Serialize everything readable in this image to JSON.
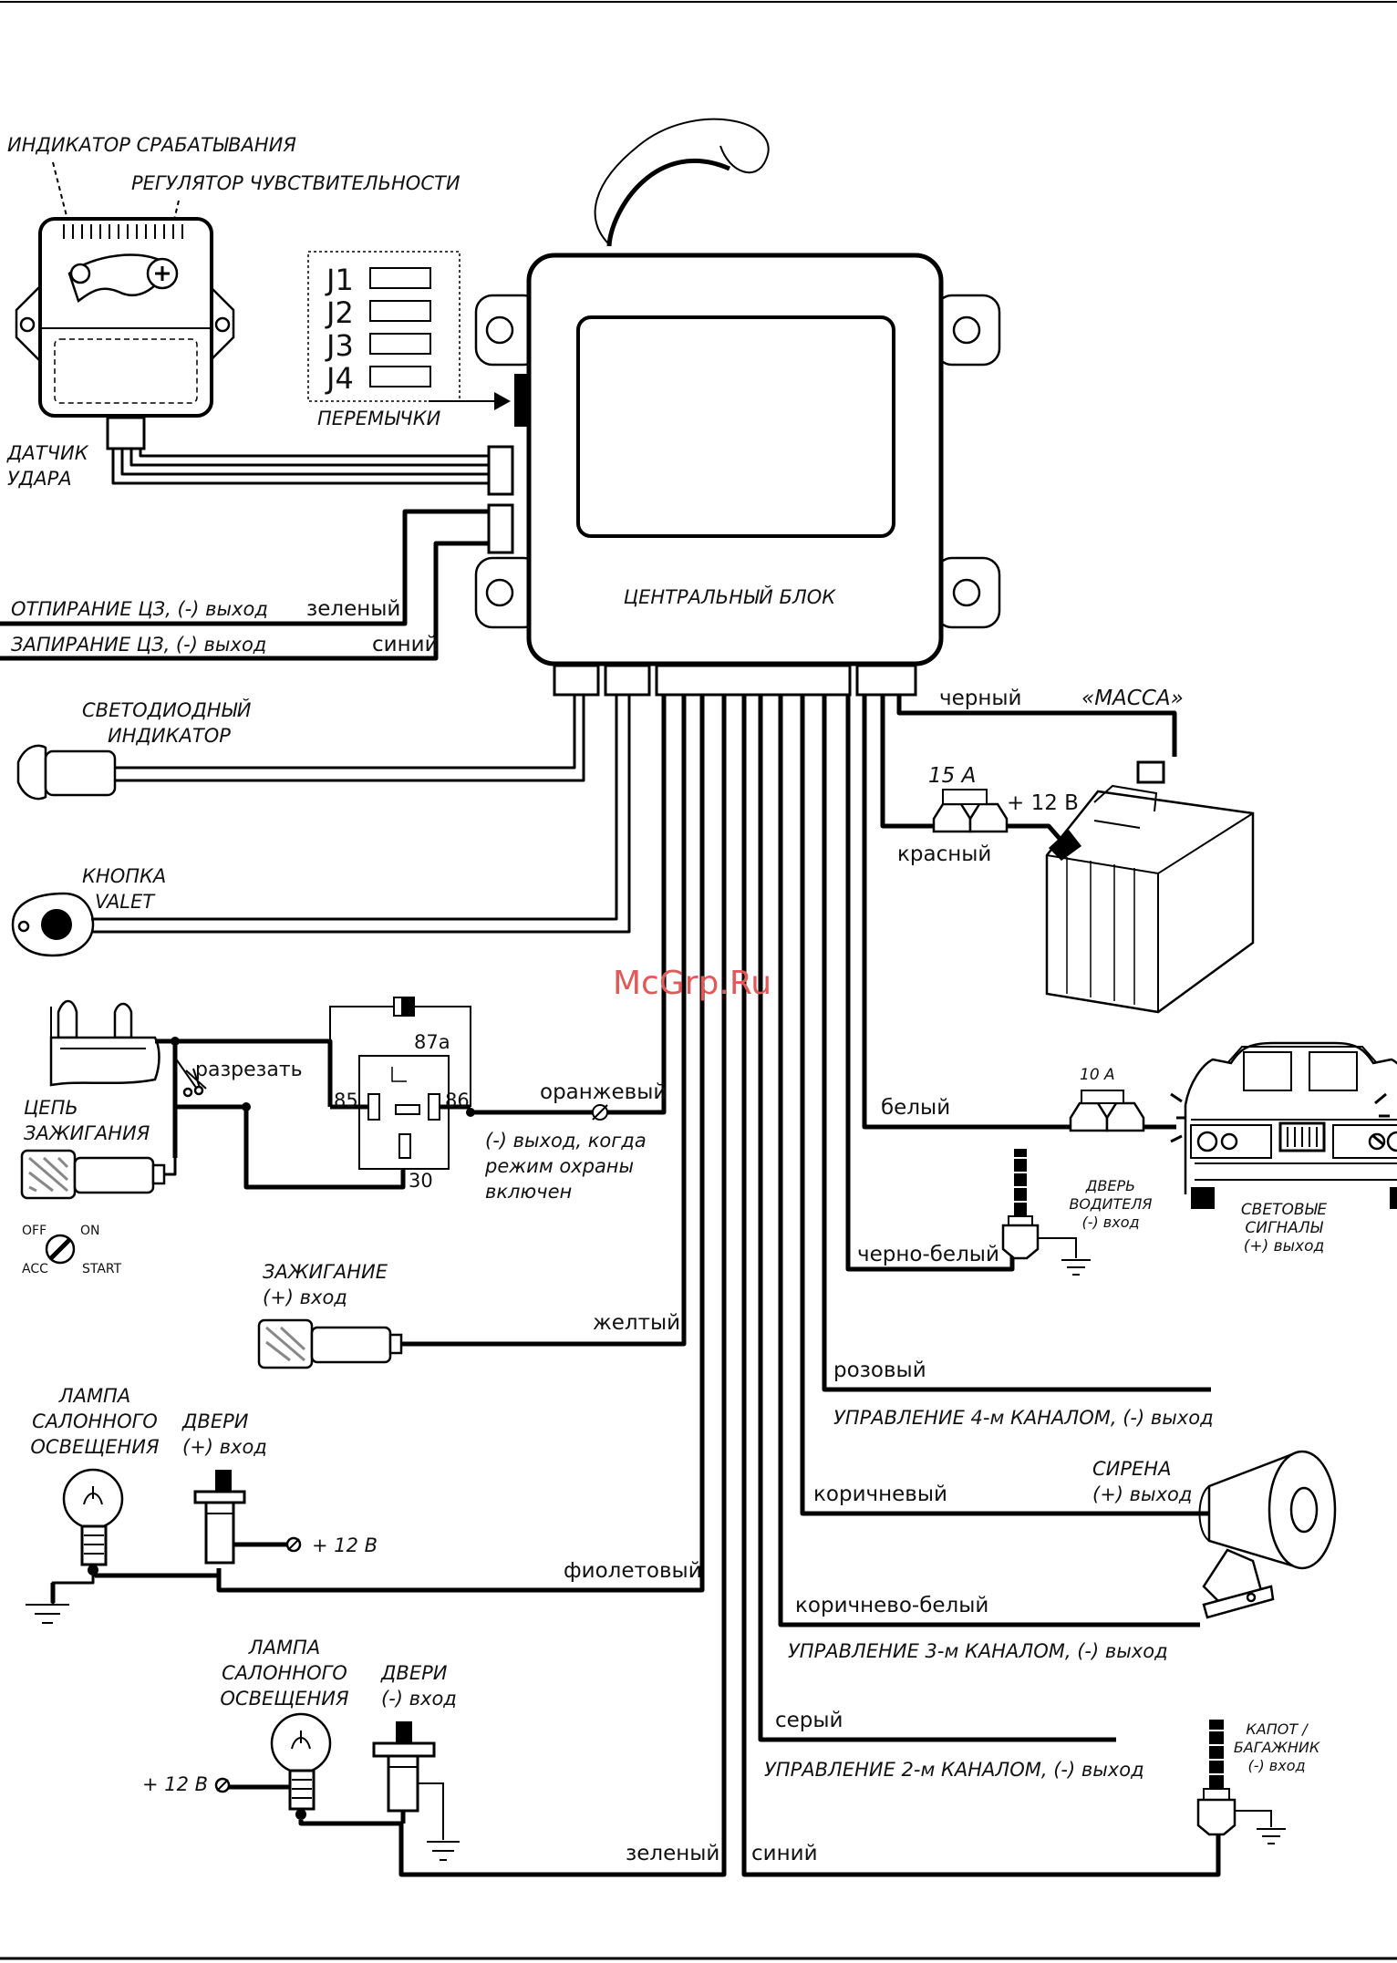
{
  "watermark": "McGrp.Ru",
  "central_unit": {
    "label": "ЦЕНТРАЛЬНЫЙ БЛОК",
    "jumpers": [
      "J1",
      "J2",
      "J3",
      "J4"
    ],
    "jumpers_label": "ПЕРЕМЫЧКИ"
  },
  "shock_sensor": {
    "indicator_label": "ИНДИКАТОР СРАБАТЫВАНИЯ",
    "sensitivity_label": "РЕГУЛЯТОР ЧУВСТВИТЕЛЬНОСТИ",
    "name": [
      "ДАТЧИК",
      "УДАРА"
    ]
  },
  "lock_outputs": {
    "unlock": {
      "label": "ОТПИРАНИЕ ЦЗ, (-) выход",
      "wire": "зеленый"
    },
    "lock": {
      "label": "ЗАПИРАНИЕ ЦЗ, (-) выход",
      "wire": "синий"
    }
  },
  "led": {
    "name": [
      "СВЕТОДИОДНЫЙ",
      "ИНДИКАТОР"
    ]
  },
  "valet": {
    "name": [
      "КНОПКА",
      "VALET"
    ]
  },
  "ignition_circuit": {
    "name": [
      "ЦЕПЬ",
      "ЗАЖИГАНИЯ"
    ],
    "cut_label": "разрезать",
    "relay_pins": {
      "p87a": "87a",
      "p85": "85",
      "p86": "86",
      "p30": "30"
    },
    "switch_positions": {
      "off": "OFF",
      "on": "ON",
      "acc": "ACC",
      "start": "START"
    },
    "wire": "оранжевый",
    "note": [
      "(-) выход, когда",
      "режим охраны",
      "включен"
    ]
  },
  "ignition_input": {
    "name": [
      "ЗАЖИГАНИЕ",
      "(+) вход"
    ],
    "wire": "желтый"
  },
  "power": {
    "ground_wire": "черный",
    "ground_label": "«МАССА»",
    "fuse": "15 А",
    "plus": "+ 12 В",
    "plus_wire": "красный"
  },
  "lights": {
    "wire": "белый",
    "fuse": "10 А",
    "name": [
      "СВЕТОВЫЕ",
      "СИГНАЛЫ",
      "(+) выход"
    ]
  },
  "driver_door": {
    "wire": "черно-белый",
    "name": [
      "ДВЕРЬ",
      "ВОДИТЕЛЯ",
      "(-) вход"
    ]
  },
  "channel4": {
    "wire": "розовый",
    "label": "УПРАВЛЕНИЕ 4-м КАНАЛОМ,  (-) выход"
  },
  "siren": {
    "wire": "коричневый",
    "name": [
      "СИРЕНА",
      "(+) выход"
    ]
  },
  "channel3": {
    "wire": "коричнево-белый",
    "label": "УПРАВЛЕНИЕ 3-м КАНАЛОМ,  (-) выход"
  },
  "channel2": {
    "wire": "серый",
    "label": "УПРАВЛЕНИЕ 2-м КАНАЛОМ,  (-) выход"
  },
  "doors_plus": {
    "lamp": [
      "ЛАМПА",
      "САЛОННОГО",
      "ОСВЕЩЕНИЯ"
    ],
    "doors": [
      "ДВЕРИ",
      "(+) вход"
    ],
    "plus": "+ 12 В",
    "wire": "фиолетовый"
  },
  "doors_minus": {
    "lamp": [
      "ЛАМПА",
      "САЛОННОГО",
      "ОСВЕЩЕНИЯ"
    ],
    "doors": [
      "ДВЕРИ",
      "(-) вход"
    ],
    "plus": "+ 12 В",
    "wire": "зеленый"
  },
  "hood": {
    "wire": "синий",
    "name": [
      "КАПОТ /",
      "БАГАЖНИК",
      "(-) вход"
    ]
  }
}
